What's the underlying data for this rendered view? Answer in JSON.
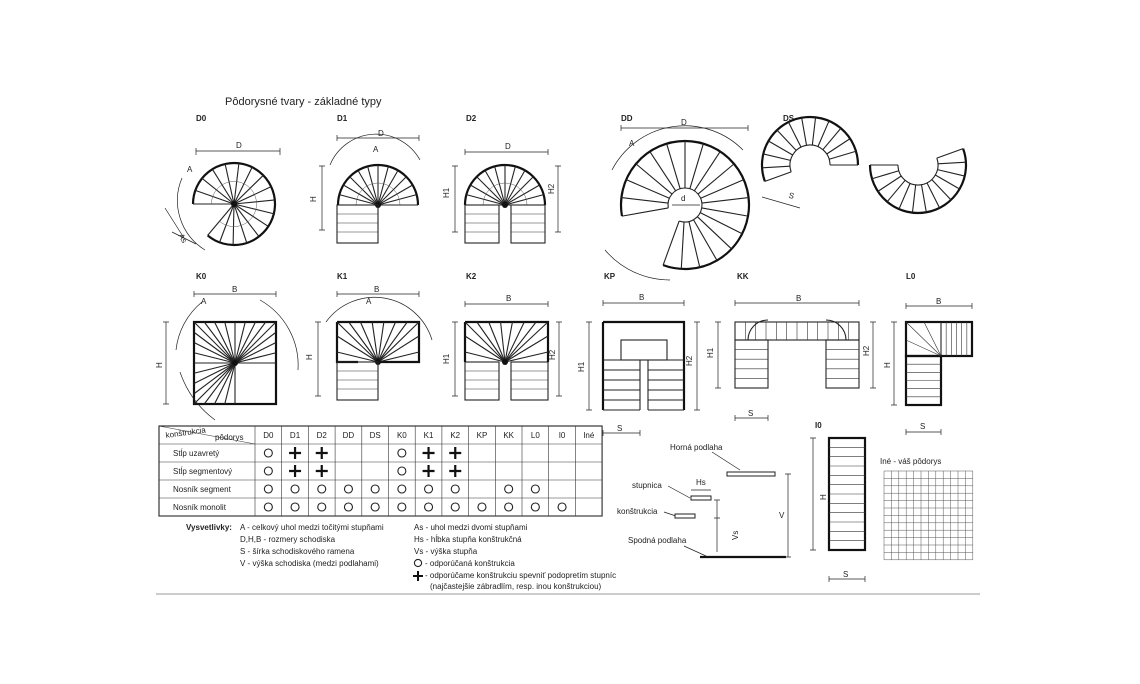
{
  "title": "Pôdorysné tvary - základné typy",
  "shapes": {
    "D0": "D0",
    "D1": "D1",
    "D2": "D2",
    "DD": "DD",
    "DS": "DS",
    "K0": "K0",
    "K1": "K1",
    "K2": "K2",
    "KP": "KP",
    "KK": "KK",
    "L0": "L0",
    "I0": "I0"
  },
  "dims": {
    "D": "D",
    "A": "A",
    "As": "As",
    "H": "H",
    "H1": "H1",
    "H2": "H2",
    "B": "B",
    "S": "S",
    "d": "d",
    "V": "V",
    "Hs": "Hs",
    "Vs": "Vs"
  },
  "table": {
    "corner_top": "konštrukcia",
    "corner_bottom": "pôdorys",
    "columns": [
      "D0",
      "D1",
      "D2",
      "DD",
      "DS",
      "K0",
      "K1",
      "K2",
      "KP",
      "KK",
      "L0",
      "I0",
      "Iné"
    ],
    "rows": [
      {
        "label": "Stĺp uzavretý",
        "cells": [
          "o",
          "+",
          "+",
          "",
          "",
          "o",
          "+",
          "+",
          "",
          "",
          "",
          "",
          ""
        ]
      },
      {
        "label": "Stĺp segmentový",
        "cells": [
          "o",
          "+",
          "+",
          "",
          "",
          "o",
          "+",
          "+",
          "",
          "",
          "",
          "",
          ""
        ]
      },
      {
        "label": "Nosník segment",
        "cells": [
          "o",
          "o",
          "o",
          "o",
          "o",
          "o",
          "o",
          "o",
          "",
          "o",
          "o",
          "",
          ""
        ]
      },
      {
        "label": "Nosník monolit",
        "cells": [
          "o",
          "o",
          "o",
          "o",
          "o",
          "o",
          "o",
          "o",
          "o",
          "o",
          "o",
          "o",
          ""
        ]
      }
    ]
  },
  "legend": {
    "title": "Vysvetlivky:",
    "left": [
      "A - celkový uhol medzi točitými stupňami",
      "D,H,B - rozmery schodiska",
      "S - šírka schodiskového ramena",
      "V - výška schodiska (medzi podlahami)"
    ],
    "right": [
      "As - uhol medzi dvomi stupňami",
      "Hs - hĺbka stupňa konštrukčná",
      "Vs - výška stupňa",
      "- odporúčaná konštrukcia",
      "- odporúčame konštrukciu spevniť podopretím stupníc",
      "(najčastejšie zábradlím, resp. inou konštrukciou)"
    ]
  },
  "section": {
    "upper_floor": "Horná podlaha",
    "tread": "stupnica",
    "structure": "konštrukcia",
    "lower_floor": "Spodná podlaha"
  },
  "custom": {
    "label": "Iné - váš pôdorys"
  }
}
